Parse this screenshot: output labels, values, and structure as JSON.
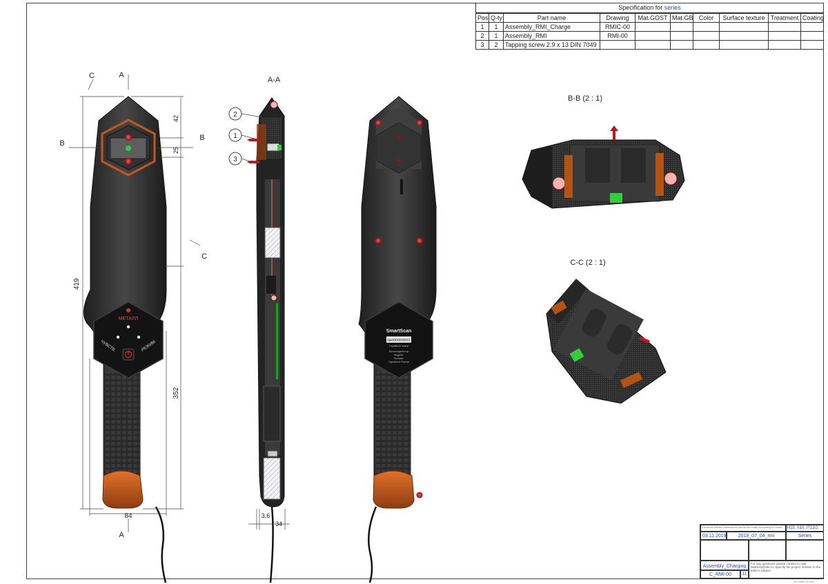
{
  "spec": {
    "title_prefix": "Specification for",
    "title_series": "series",
    "headers": [
      "Pos",
      "Q-ty",
      "Part name",
      "Drawing",
      "Mat.GOST",
      "Mat.GB",
      "Color",
      "Surface texture",
      "Treatment",
      "Coating"
    ],
    "rows": [
      {
        "pos": "1",
        "qty": "1",
        "name": "Assembly_RMI_Charge",
        "drawing": "RMIC-00"
      },
      {
        "pos": "2",
        "qty": "1",
        "name": "Assembly_RMI",
        "drawing": "RMI-00"
      },
      {
        "pos": "3",
        "qty": "2",
        "name": "Tapping screw 2.9 x 13  DIN 7049",
        "drawing": ""
      }
    ]
  },
  "views": {
    "front_section_a_top": "A",
    "front_section_a_bottom": "A",
    "front_section_b_left": "B",
    "front_section_b_right": "B",
    "front_section_c_top": "C",
    "front_section_c_right": "C",
    "section_aa_title": "A-A",
    "section_bb_title": "B-B (2 : 1)",
    "section_cc_title": "C-C (2 : 1)"
  },
  "dimensions": {
    "total_height": "419",
    "grip_height": "352",
    "width": "84",
    "top_offset": "42",
    "window_height": "25",
    "side_thickness": "34",
    "side_wall": "3,6"
  },
  "callouts": [
    "2",
    "1",
    "3"
  ],
  "front_device": {
    "label_metal": "МЕТАЛЛ",
    "label_sensitivity": "ЧУВСТВ.",
    "label_mode": "РЕЖИМ"
  },
  "back_device": {
    "brand": "SmartScan",
    "serial": "№000000001",
    "serial_caption": "Серийный номер",
    "info_lines": [
      "Металлодетектор",
      "Модель:",
      "Питание:",
      "Сделано в России"
    ]
  },
  "title_block": {
    "tolerance_note": "Elements without dimensions should be made according to model",
    "tolerance": "H10, h10, IT12/2",
    "date": "03.11.2019",
    "project": "2019_07_04_rmi",
    "series_label": "Series",
    "part_name": "Assembly_Charging",
    "code": "C_RMI-00",
    "sheet_no": "11",
    "contact_note": "For any questions please contact to mail address@site.ru. Specify the project number in the letter's subject",
    "tiny_footer": "A3 Sheet No text"
  },
  "colors": {
    "body_dark": "#2b2b2b",
    "body_mid": "#3d3d3d",
    "accent_orange": "#c4571b",
    "led_red": "#c8141a",
    "led_green": "#2fd03a",
    "link_blue": "#2a47c7"
  },
  "icons": [
    "power-icon",
    "led-red-icon",
    "led-green-icon",
    "screw-icon",
    "cable-icon"
  ]
}
